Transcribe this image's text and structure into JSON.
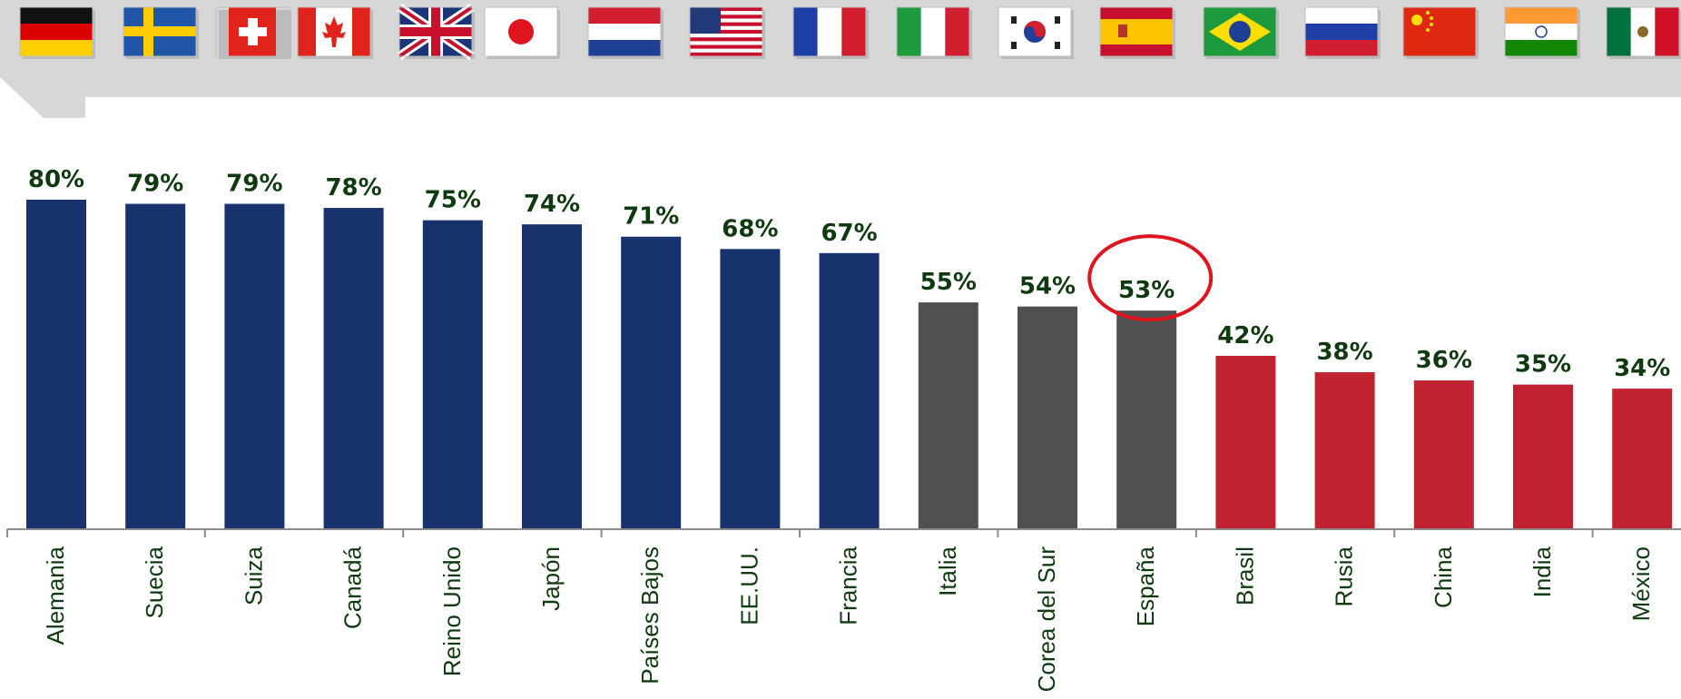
{
  "chart_data": {
    "type": "bar",
    "categories": [
      "Alemania",
      "Suecia",
      "Suiza",
      "Canadá",
      "Reino Unido",
      "Japón",
      "Países Bajos",
      "EE.UU.",
      "Francia",
      "Italia",
      "Corea del Sur",
      "España",
      "Brasil",
      "Rusia",
      "China",
      "India",
      "México"
    ],
    "values": [
      80,
      79,
      79,
      78,
      75,
      74,
      71,
      68,
      67,
      55,
      54,
      53,
      42,
      38,
      36,
      35,
      34
    ],
    "value_labels": [
      "80%",
      "79%",
      "79%",
      "78%",
      "75%",
      "74%",
      "71%",
      "68%",
      "67%",
      "55%",
      "54%",
      "53%",
      "42%",
      "38%",
      "36%",
      "35%",
      "34%"
    ],
    "bar_colors": [
      "#17326d",
      "#17326d",
      "#17326d",
      "#17326d",
      "#17326d",
      "#17326d",
      "#17326d",
      "#17326d",
      "#17326d",
      "#505050",
      "#505050",
      "#505050",
      "#c0222f",
      "#c0222f",
      "#c0222f",
      "#c0222f",
      "#c0222f"
    ],
    "flags": [
      "flag-germany-icon",
      "flag-sweden-icon",
      "flag-switzerland-icon",
      "flag-canada-icon",
      "flag-united-kingdom-icon",
      "flag-japan-icon",
      "flag-netherlands-icon",
      "flag-usa-icon",
      "flag-france-icon",
      "flag-italy-icon",
      "flag-south-korea-icon",
      "flag-spain-icon",
      "flag-brazil-icon",
      "flag-russia-icon",
      "flag-china-icon",
      "flag-india-icon",
      "flag-mexico-icon"
    ],
    "highlighted_category": "España",
    "highlight_color": "#e0141e",
    "ylim": [
      0,
      100
    ],
    "grid": false,
    "legend": "none"
  }
}
